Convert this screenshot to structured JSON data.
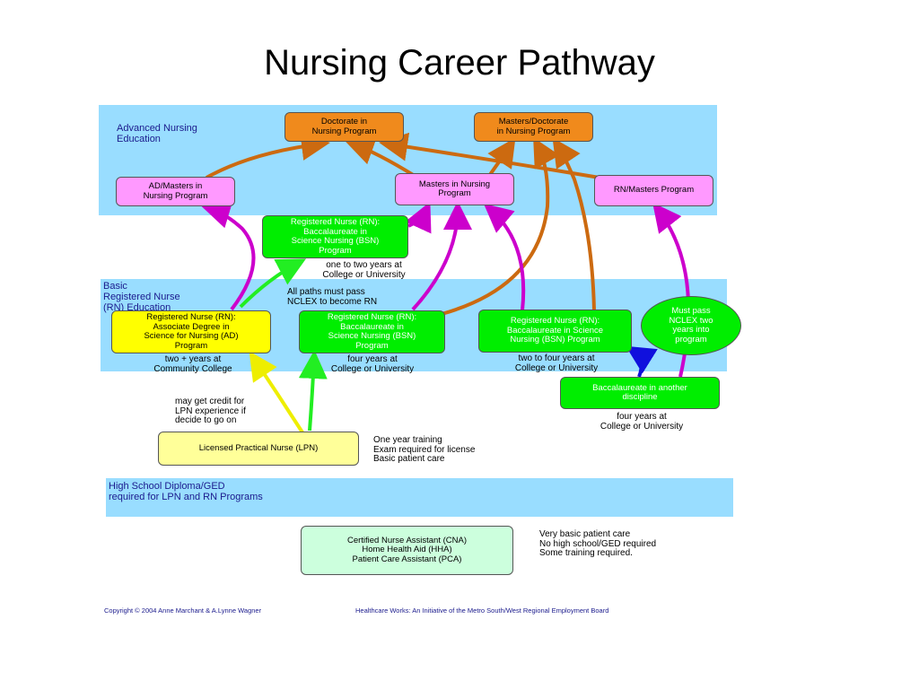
{
  "title": "Nursing Career  Pathway",
  "bands": {
    "advanced": "Advanced Nursing\nEducation",
    "basic": "Basic\nRegistered Nurse\n(RN) Education",
    "highschool": "High School Diploma/GED\nrequired for LPN and RN  Programs"
  },
  "boxes": {
    "doctorate": "Doctorate in\nNursing Program",
    "masters_doctorate": "Masters/Doctorate\nin Nursing Program",
    "ad_masters": "AD/Masters in\nNursing Program",
    "masters": "Masters in Nursing\nProgram",
    "rn_masters": "RN/Masters Program",
    "bsn_top": "Registered Nurse (RN):\nBaccalaureate in\nScience Nursing (BSN)\nProgram",
    "ad": "Registered Nurse (RN):\nAssociate Degree in\nScience for Nursing (AD)\nProgram",
    "bsn_mid": "Registered Nurse (RN):\nBaccalaureate in\nScience Nursing (BSN)\nProgram",
    "bsn_right": "Registered Nurse (RN):\nBaccalaureate in Science\nNursing (BSN) Program",
    "nclex_oval": "Must pass\nNCLEX two\nyears into\nprogram",
    "bacc_other": "Baccalaureate in another\ndiscipline",
    "lpn": "Licensed Practical Nurse (LPN)",
    "cna": "Certified Nurse Assistant (CNA)\nHome Health Aid (HHA)\nPatient Care Assistant (PCA)"
  },
  "notes": {
    "one_two_years": "one to two years at\nCollege or University",
    "all_paths": "All paths must pass\nNCLEX to become RN",
    "two_plus": "two + years at\nCommunity College",
    "four_years_mid": "four years at\nCollege or University",
    "two_four_years": "two to four years at\nCollege or University",
    "four_years_right": "four years at\nCollege or University",
    "lpn_credit": "may get credit for\nLPN experience if\ndecide to go on",
    "lpn_desc": "One year training\nExam required for license\nBasic patient care",
    "cna_desc": "Very basic patient care\nNo high school/GED required\nSome training  required."
  },
  "footer": {
    "copyright": "Copyright © 2004 Anne Marchant & A.Lynne Wagner",
    "initiative": "Healthcare Works: An Initiative of the Metro South/West Regional Employment Board"
  }
}
